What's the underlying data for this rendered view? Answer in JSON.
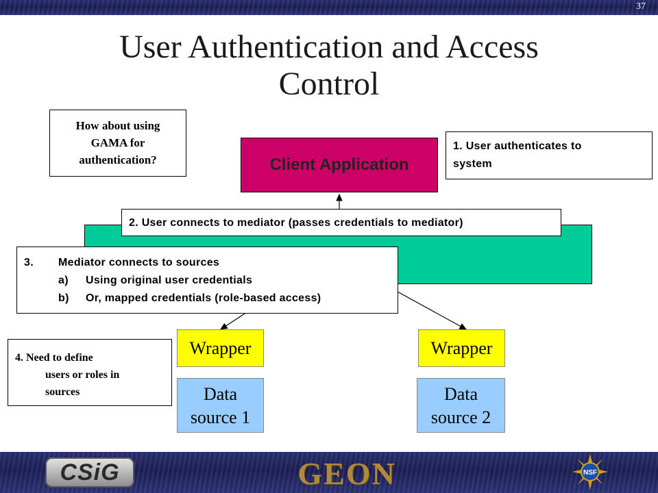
{
  "slide": {
    "number": "37",
    "title_line1": "User Authentication and Access",
    "title_line2": "Control"
  },
  "notes": {
    "gama": [
      "How about using",
      "GAMA for",
      "authentication?"
    ],
    "step1": [
      "1. User authenticates to",
      "system"
    ],
    "step2": "2. User connects to mediator (passes credentials to mediator)",
    "step3": {
      "num": "3.",
      "text": "Mediator connects to sources",
      "items": [
        {
          "label": "a)",
          "text": "Using original user credentials"
        },
        {
          "label": "b)",
          "text": "Or, mapped credentials (role-based access)"
        }
      ]
    },
    "step4": [
      "4. Need to define",
      "users or roles in",
      "sources"
    ]
  },
  "diagram": {
    "client_app": "Client Application",
    "wrapper_1": "Wrapper",
    "wrapper_2": "Wrapper",
    "datasource_1": [
      "Data",
      "source 1"
    ],
    "datasource_2": [
      "Data",
      "source 2"
    ]
  },
  "logos": {
    "csig": "CSiG",
    "geon": "GEON",
    "nsf": "NSF"
  },
  "colors": {
    "client_app": "#cc0066",
    "mediator": "#00cc99",
    "wrapper": "#ffff00",
    "datasource": "#99ccff",
    "band": "#1b1f55"
  }
}
